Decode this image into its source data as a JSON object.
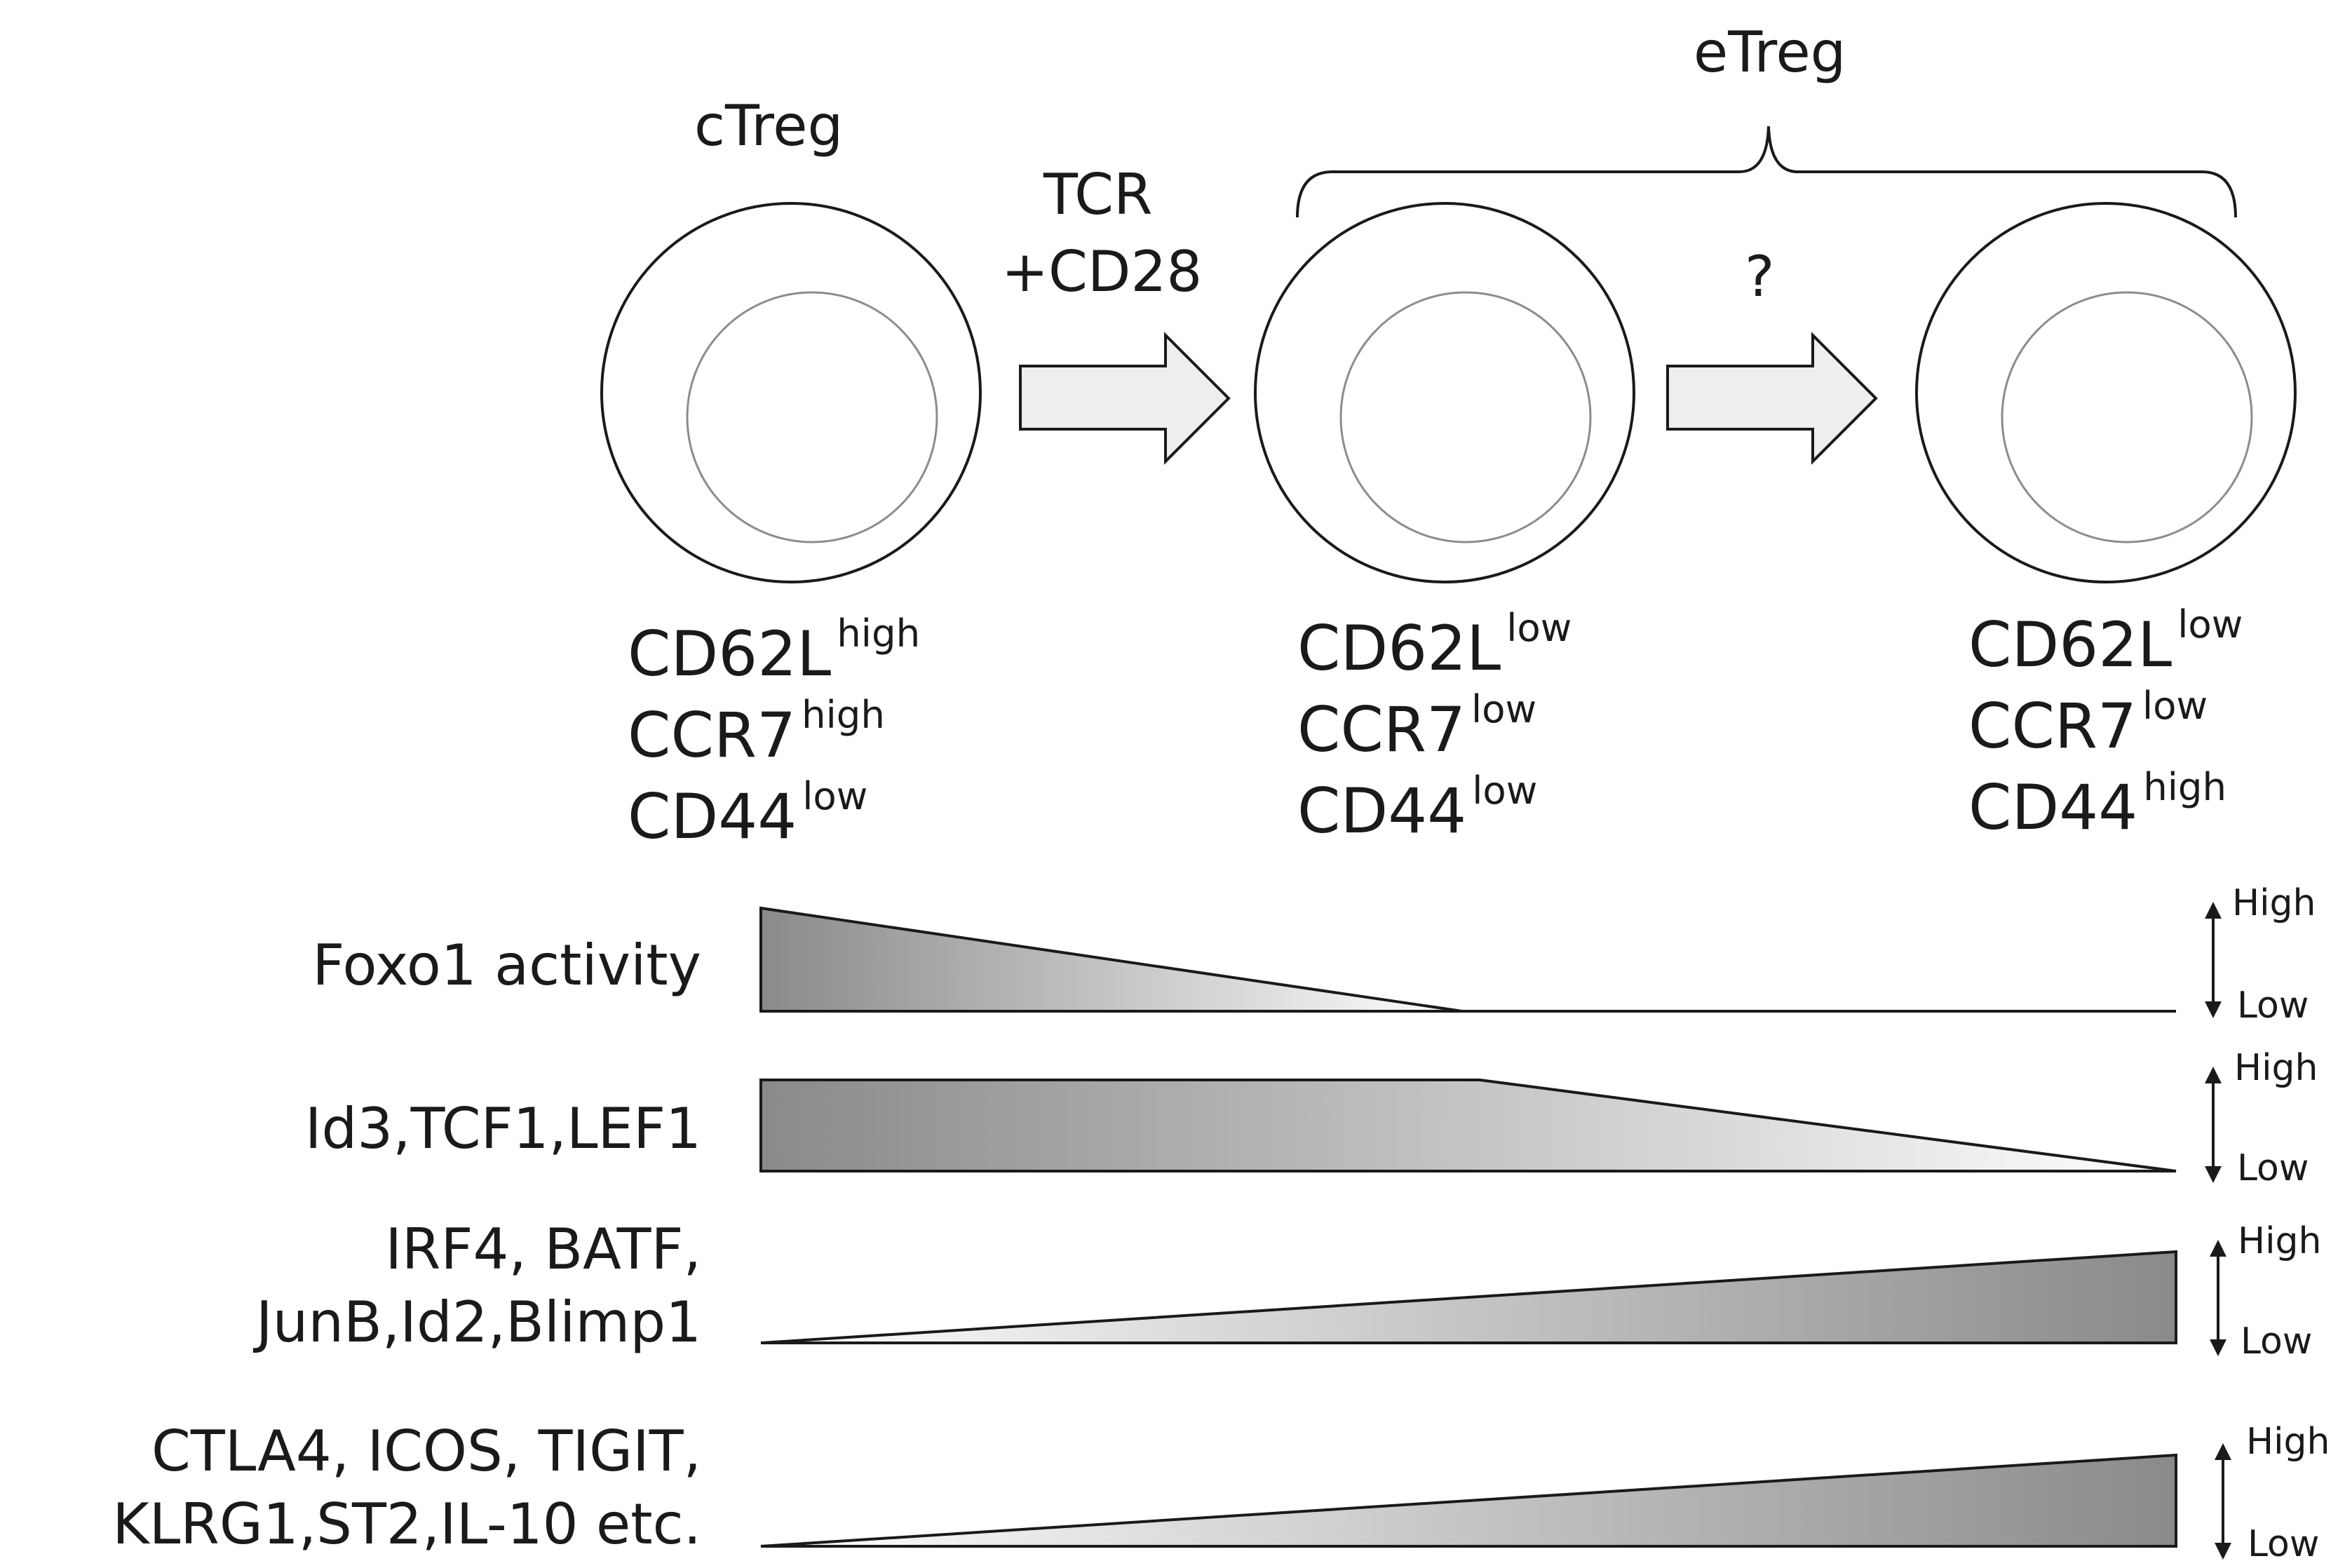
{
  "stages": {
    "ctreg": "cTreg",
    "etreg": "eTreg"
  },
  "arrows": {
    "tcr_line1": "TCR",
    "tcr_line2": "+CD28",
    "question": "?"
  },
  "cell_markers": [
    [
      {
        "name": "CD62L",
        "level": "high"
      },
      {
        "name": "CCR7",
        "level": "high"
      },
      {
        "name": "CD44",
        "level": "low"
      }
    ],
    [
      {
        "name": "CD62L",
        "level": "low"
      },
      {
        "name": "CCR7",
        "level": "low"
      },
      {
        "name": "CD44",
        "level": "low"
      }
    ],
    [
      {
        "name": "CD62L",
        "level": "low"
      },
      {
        "name": "CCR7",
        "level": "low"
      },
      {
        "name": "CD44",
        "level": "high"
      }
    ]
  ],
  "gradient_rows": [
    {
      "line1": "Foxo1 activity",
      "line2": "",
      "trend": "high-to-low by mid"
    },
    {
      "line1": "Id3,TCF1,LEF1",
      "line2": "",
      "trend": "high then decreasing"
    },
    {
      "line1": "IRF4, BATF,",
      "line2": "JunB,Id2,Blimp1",
      "trend": "increasing"
    },
    {
      "line1": "CTLA4, ICOS, TIGIT,",
      "line2": "KLRG1,ST2,IL-10 etc.",
      "trend": "increasing"
    }
  ],
  "scale": {
    "high": "High",
    "low": "Low"
  },
  "colors": {
    "outline": "#1a1a1a",
    "nucleus": "#8c8c8c",
    "arrow_fill": "#eeeeee",
    "gradient_dark": "#8a8a8a",
    "gradient_light": "#ffffff"
  }
}
